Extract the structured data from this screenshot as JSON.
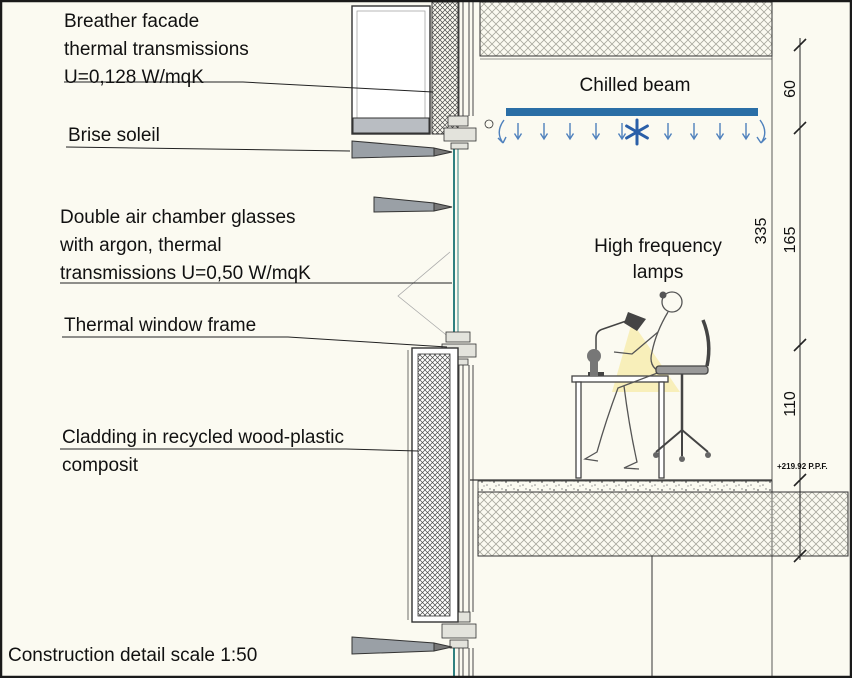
{
  "title": "Construction detail scale 1:50",
  "annotations": {
    "breather": {
      "line1": "Breather facade",
      "line2": "thermal transmissions",
      "line3": "U=0,128 W/mqK"
    },
    "brise_soleil": "Brise soleil",
    "glazing": {
      "line1": "Double air chamber glasses",
      "line2": "with argon, thermal",
      "line3": "transmissions U=0,50 W/mqK"
    },
    "window_frame": "Thermal window frame",
    "cladding": {
      "line1": "Cladding in recycled wood-plastic",
      "line2": "composit"
    },
    "chilled_beam": "Chilled beam",
    "lamps": {
      "line1": "High frequency",
      "line2": "lamps"
    }
  },
  "dimensions": {
    "plenum": "60",
    "overall": "335",
    "upper": "165",
    "lower": "110",
    "floor_level": "+219.92 P.P.F."
  },
  "colors": {
    "chilled_beam": "#2a6ea6",
    "airflow_arrow": "#4f81bd",
    "glass": "#2f8080",
    "blade": "#9aa0a6",
    "lamp_glow": "#f6e896",
    "hatch": "#a8a89e"
  }
}
